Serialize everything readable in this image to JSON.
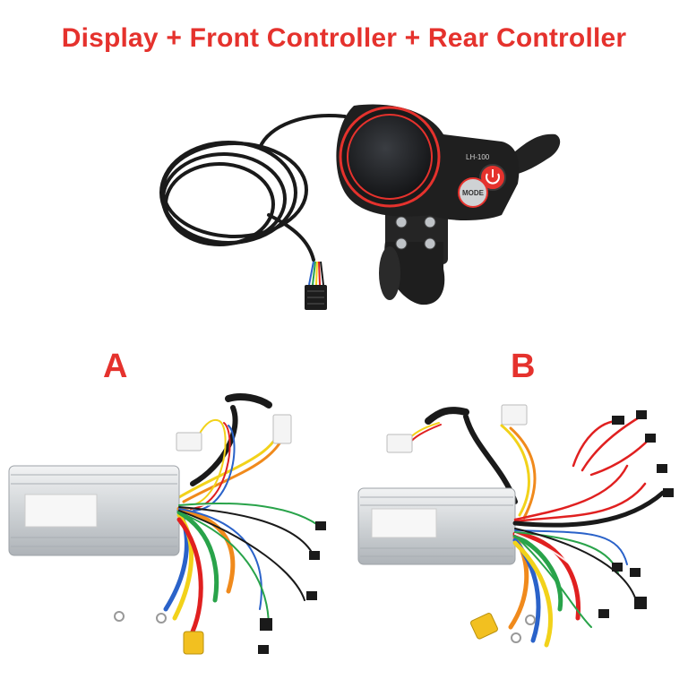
{
  "heading": "Display + Front Controller + Rear Controller",
  "labels": {
    "a": "A",
    "b": "B"
  },
  "display": {
    "model": "LH-100",
    "mode_button": "MODE"
  },
  "colors": {
    "accent": "#e5322d",
    "cable": "#1a1a1a",
    "aluminum": "#d8dbdd",
    "wire_red": "#e02020",
    "wire_yellow": "#f2d21a",
    "wire_blue": "#2a62c9",
    "wire_green": "#29a34a",
    "wire_orange": "#f08a1c"
  }
}
